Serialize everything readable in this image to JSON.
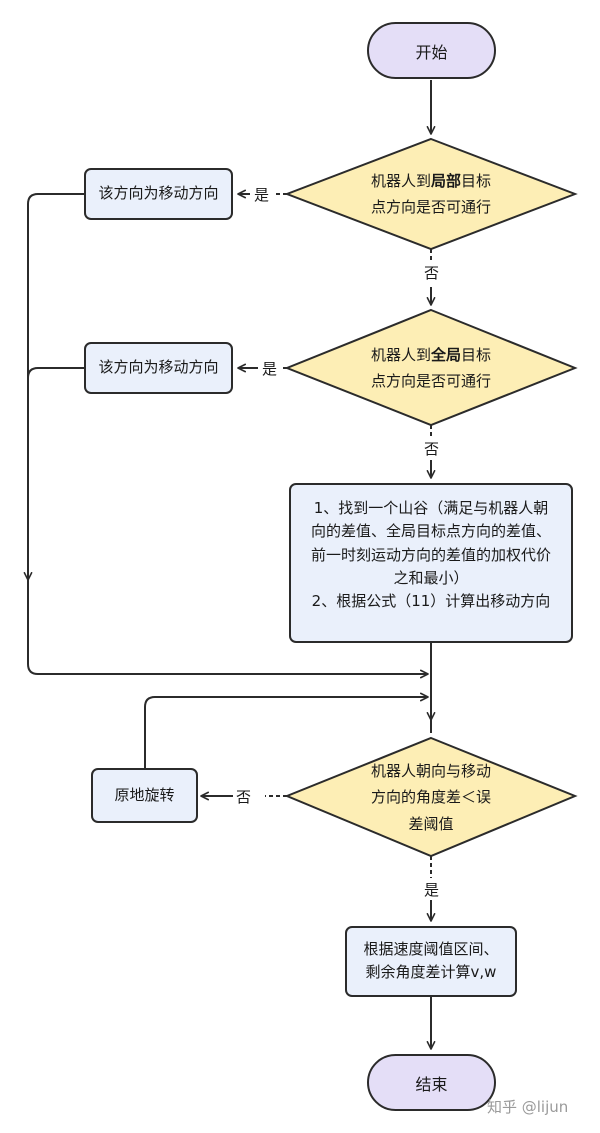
{
  "nodes": {
    "start": "开始",
    "end": "结束",
    "decision_local": {
      "pre": "机器人到",
      "bold": "局部",
      "post": "目标",
      "line2": "点方向是否可通行"
    },
    "decision_global": {
      "pre": "机器人到",
      "bold": "全局",
      "post": "目标",
      "line2": "点方向是否可通行"
    },
    "decision_angle": {
      "line1": "机器人朝向与移动",
      "line2": "方向的角度差＜误",
      "line3": "差阈值"
    },
    "set_dir_1": "该方向为移动方向",
    "set_dir_2": "该方向为移动方向",
    "valley": {
      "lines": [
        "1、找到一个山谷（满足与机器人朝",
        "向的差值、全局目标点方向的差值、",
        "前一时刻运动方向的差值的加权代价",
        "之和最小）",
        "2、根据公式（11）计算出移动方向"
      ]
    },
    "rotate": "原地旋转",
    "compute_vw": {
      "line1": "根据速度阈值区间、",
      "line2": "剩余角度差计算v,w"
    }
  },
  "edge_labels": {
    "local_yes": "是",
    "local_no": "否",
    "global_yes": "是",
    "global_no": "否",
    "angle_no": "否",
    "angle_yes": "是"
  },
  "watermark": "知乎 @lijun",
  "colors": {
    "process_fill": "#eaf0fb",
    "decision_fill": "#fdeeb5",
    "terminal_fill": "#e4def7",
    "stroke": "#2b2b2b"
  }
}
